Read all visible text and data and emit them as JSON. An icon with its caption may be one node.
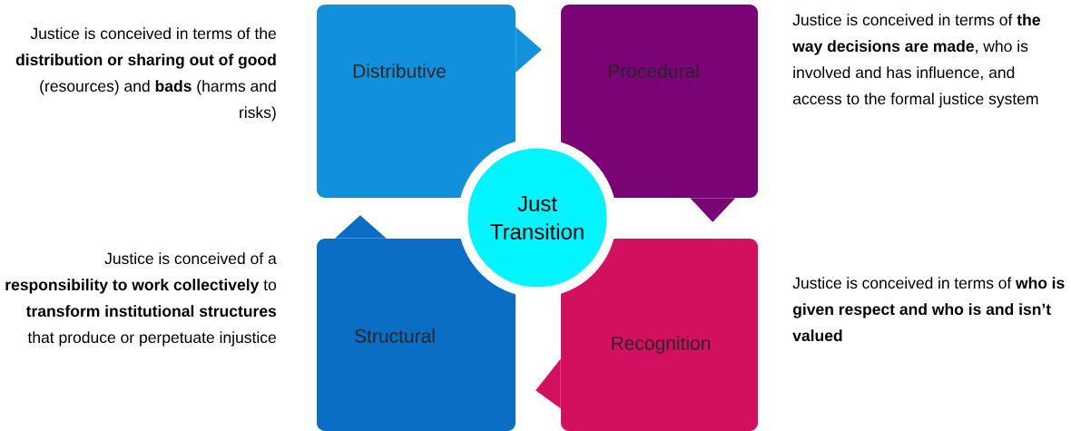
{
  "diagram": {
    "nodes": [
      {
        "text": [
          "Distributive"
        ],
        "beside": [
          "Justice is conceived in terms of the **distribution or sharing out of good** (resources) and **bads** (harms and risks)"
        ]
      },
      {
        "text": [
          "Procedural"
        ],
        "beside": [
          "Justice is conceived in terms of **the way decisions are made**, who is involved and has influence, and access to the formal justice system"
        ]
      },
      {
        "text": [
          "Recognition"
        ],
        "beside": [
          "Justice is conceived in terms of **who is given respect and who is and isn’t valued**"
        ]
      },
      {
        "text": [
          "Structural"
        ],
        "beside": [
          "Justice is conceived of a **responsibility to work collectively** to **transform institutional structures** that produce or perpetuate injustice"
        ]
      },
      {
        "text": [
          "Just Transition"
        ]
      }
    ],
    "edges": [
      {
        "from": 0,
        "to": 1,
        "arrow": "to"
      },
      {
        "from": 1,
        "to": 2,
        "arrow": "to"
      },
      {
        "from": 2,
        "to": 3,
        "arrow": "to"
      },
      {
        "from": 3,
        "to": 0,
        "arrow": "to"
      }
    ]
  }
}
